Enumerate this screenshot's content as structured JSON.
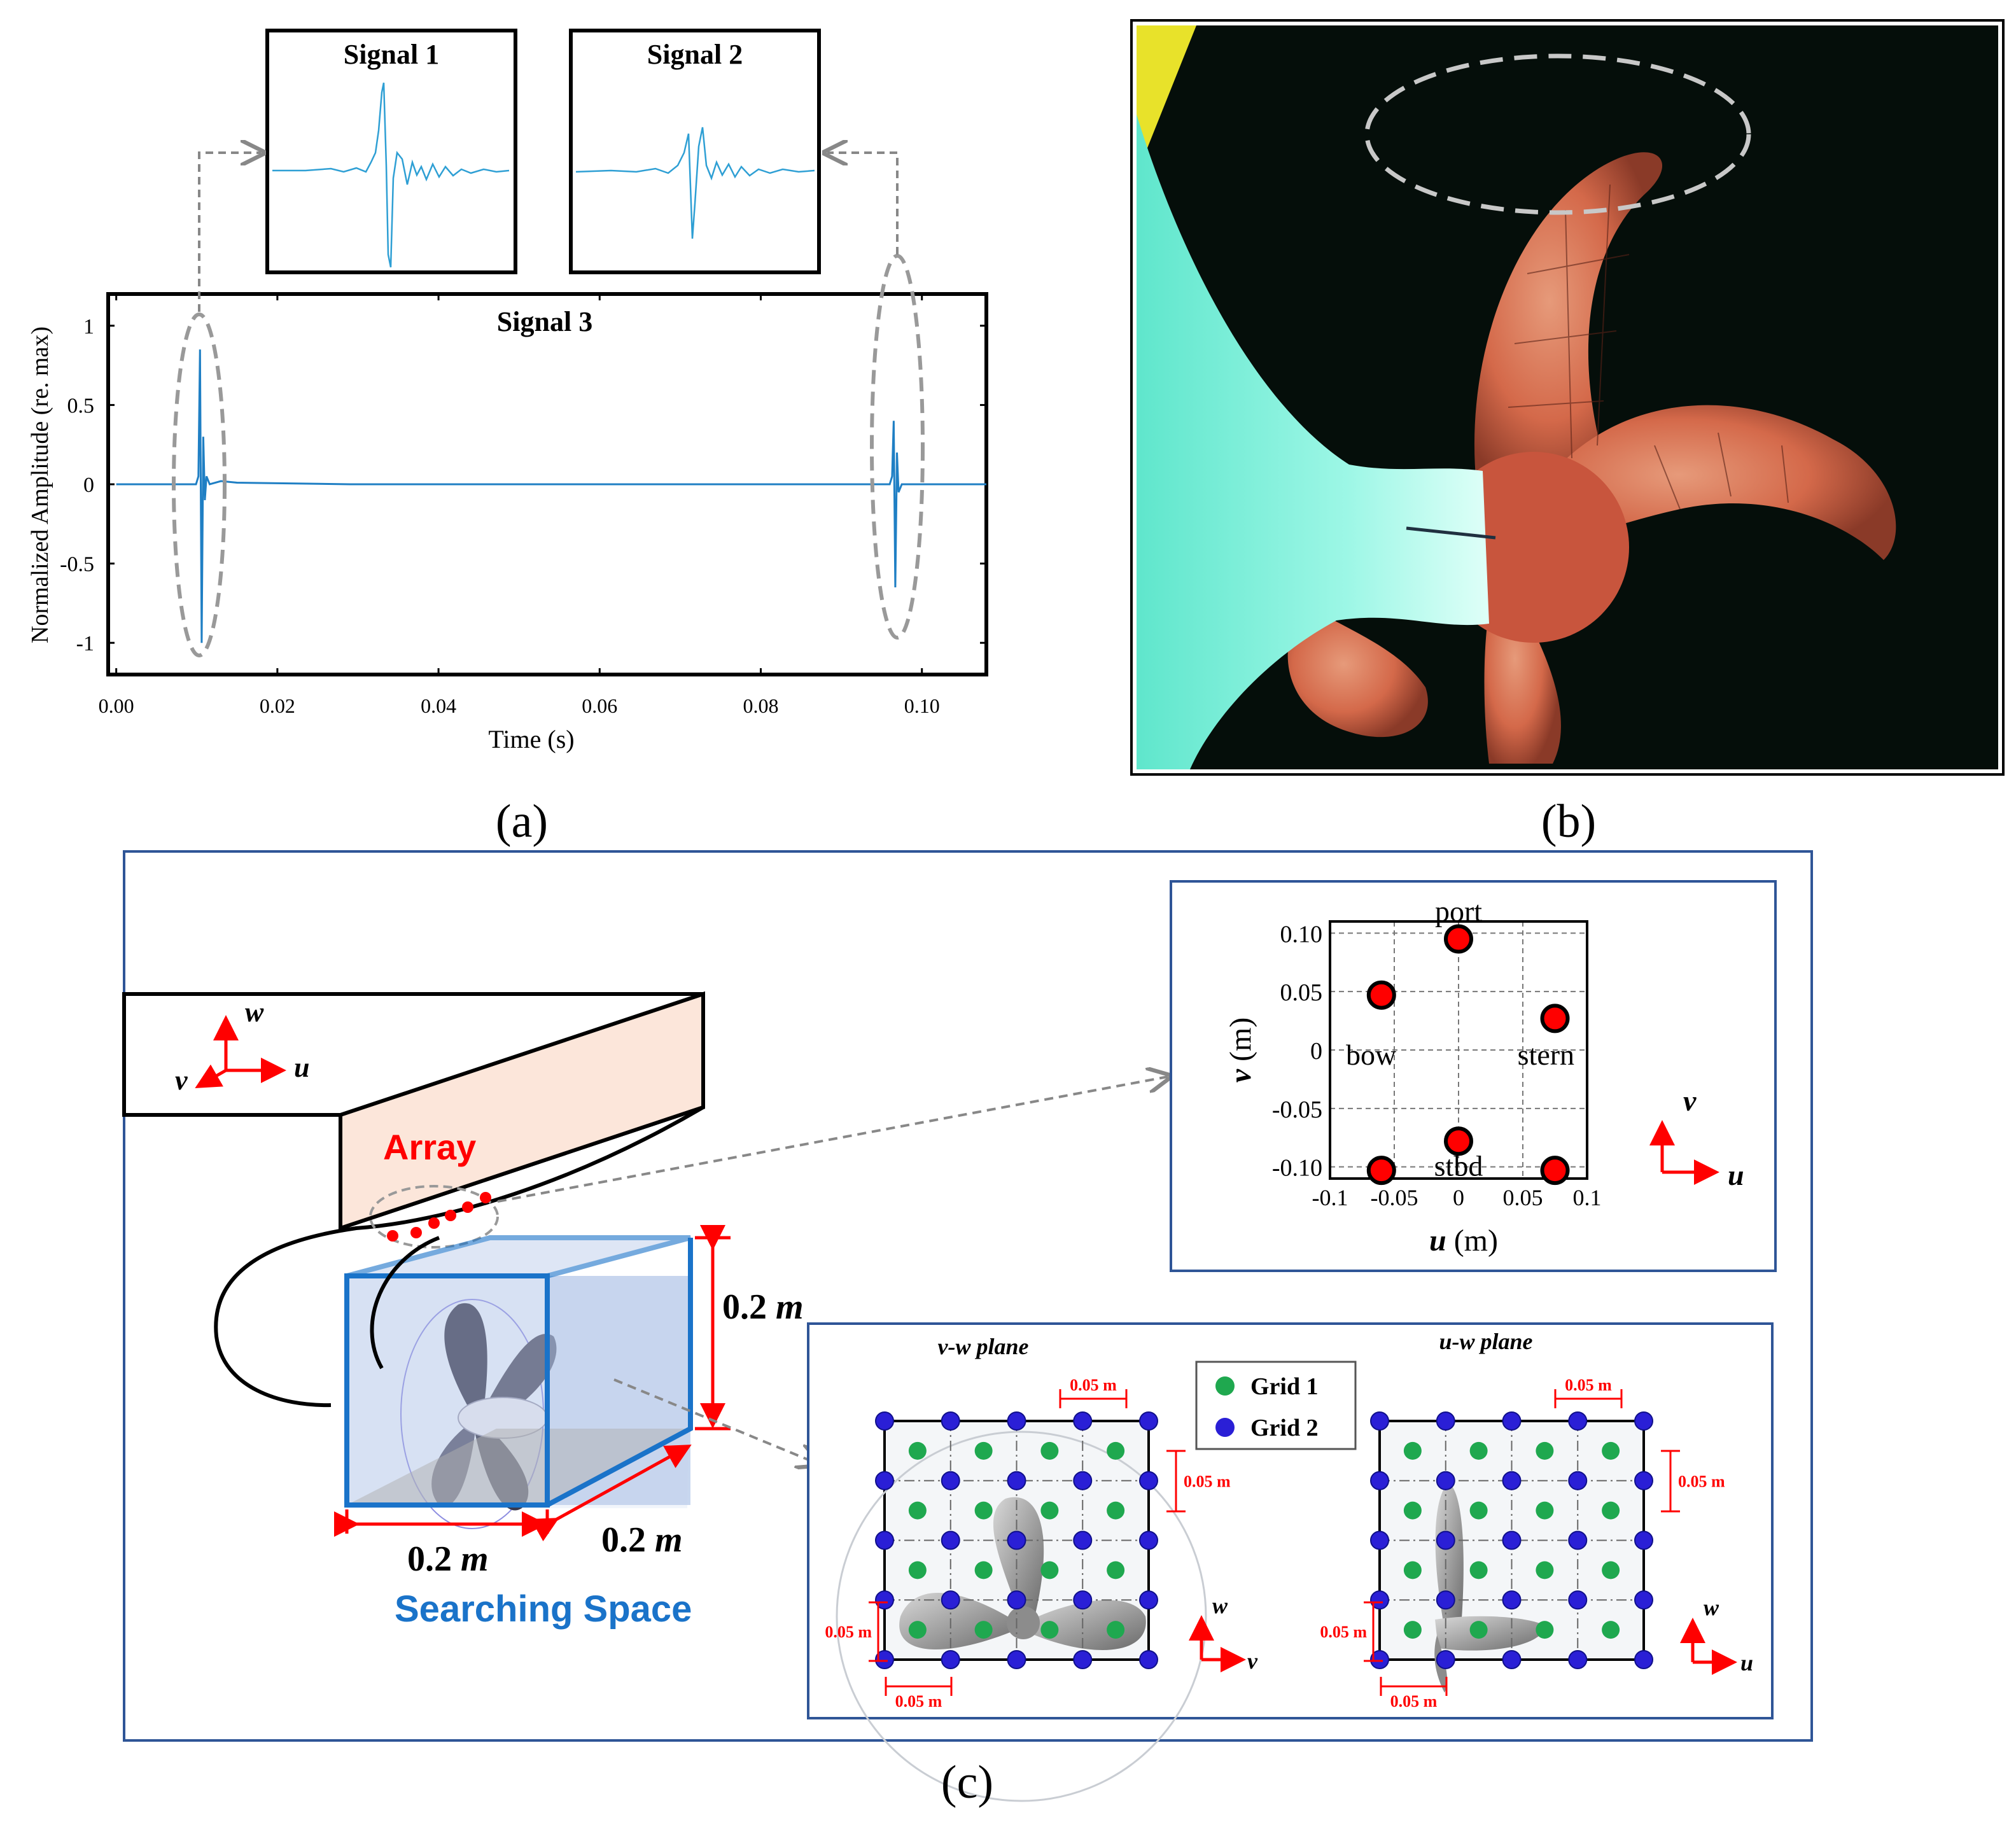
{
  "panel_labels": {
    "a": "(a)",
    "b": "(b)",
    "c": "(c)"
  },
  "panel_a": {
    "inset1_title": "Signal 1",
    "inset2_title": "Signal 2",
    "main_title": "Signal 3",
    "ylabel": "Normalized  Amplitude  (re. max)",
    "xlabel": "Time (s)",
    "xticks": [
      "0.00",
      "0.02",
      "0.04",
      "0.06",
      "0.08",
      "0.10"
    ],
    "yticks": [
      "1",
      "0.5",
      "0",
      "-0.5",
      "-1"
    ]
  },
  "chart_data": [
    {
      "type": "line",
      "title": "Signal 3",
      "xlabel": "Time (s)",
      "ylabel": "Normalized  Amplitude  (re. max)",
      "xlim": [
        -0.001,
        0.108
      ],
      "ylim": [
        -1.2,
        1.2
      ],
      "grid": false,
      "series": [
        {
          "x": [
            0.0,
            0.0099,
            0.0102,
            0.0104,
            0.0106,
            0.0108,
            0.011,
            0.0112,
            0.0116,
            0.013,
            0.015,
            0.029,
            0.096,
            0.0963,
            0.0965,
            0.0967,
            0.0969,
            0.0971,
            0.0975,
            0.108
          ],
          "y": [
            0.0,
            0.0,
            0.05,
            0.85,
            -1.0,
            0.3,
            -0.1,
            0.05,
            0.0,
            0.02,
            0.01,
            0.0,
            0.0,
            0.05,
            0.4,
            -0.65,
            0.2,
            -0.05,
            0.0,
            0.0
          ]
        }
      ]
    },
    {
      "type": "scatter",
      "xlabel": "u (m)",
      "ylabel": "v (m)",
      "xlim": [
        -0.1,
        0.1
      ],
      "ylim": [
        -0.11,
        0.11
      ],
      "xticks": [
        "-0.1",
        "-0.05",
        "0",
        "0.05",
        "0.1"
      ],
      "yticks": [
        "0.10",
        "0.05",
        "0",
        "-0.05",
        "-0.10"
      ],
      "grid": true,
      "annotations": [
        "port",
        "bow",
        "stern",
        "stbd"
      ],
      "series": [
        {
          "x": [
            0.0,
            -0.06,
            0.075,
            0.0,
            -0.06,
            0.075
          ],
          "y": [
            0.095,
            0.047,
            0.027,
            -0.078,
            -0.103,
            -0.103
          ]
        }
      ]
    }
  ],
  "panel_c": {
    "array_label": "Array",
    "searching_space_label": "Searching Space",
    "dim_height": "0.2",
    "dim_width": "0.2",
    "dim_depth": "0.2",
    "dim_unit": "m",
    "axis_w": "w",
    "axis_u": "u",
    "axis_v": "v",
    "inset_axis_u": "u",
    "inset_axis_v": "v",
    "scatter_xlabel_var": "u",
    "scatter_xlabel_unit": "(m)",
    "scatter_ylabel_var": "v",
    "scatter_ylabel_unit": "(m)",
    "plane1_title": "v-w plane",
    "plane2_title": "u-w plane",
    "legend_grid1": "Grid 1",
    "legend_grid2": "Grid 2",
    "spacing_label": "0.05 m",
    "colors": {
      "grid1": "#1fa84f",
      "grid2": "#2a1fd6",
      "array": "#ff0000",
      "searching": "#1a73c9"
    }
  }
}
